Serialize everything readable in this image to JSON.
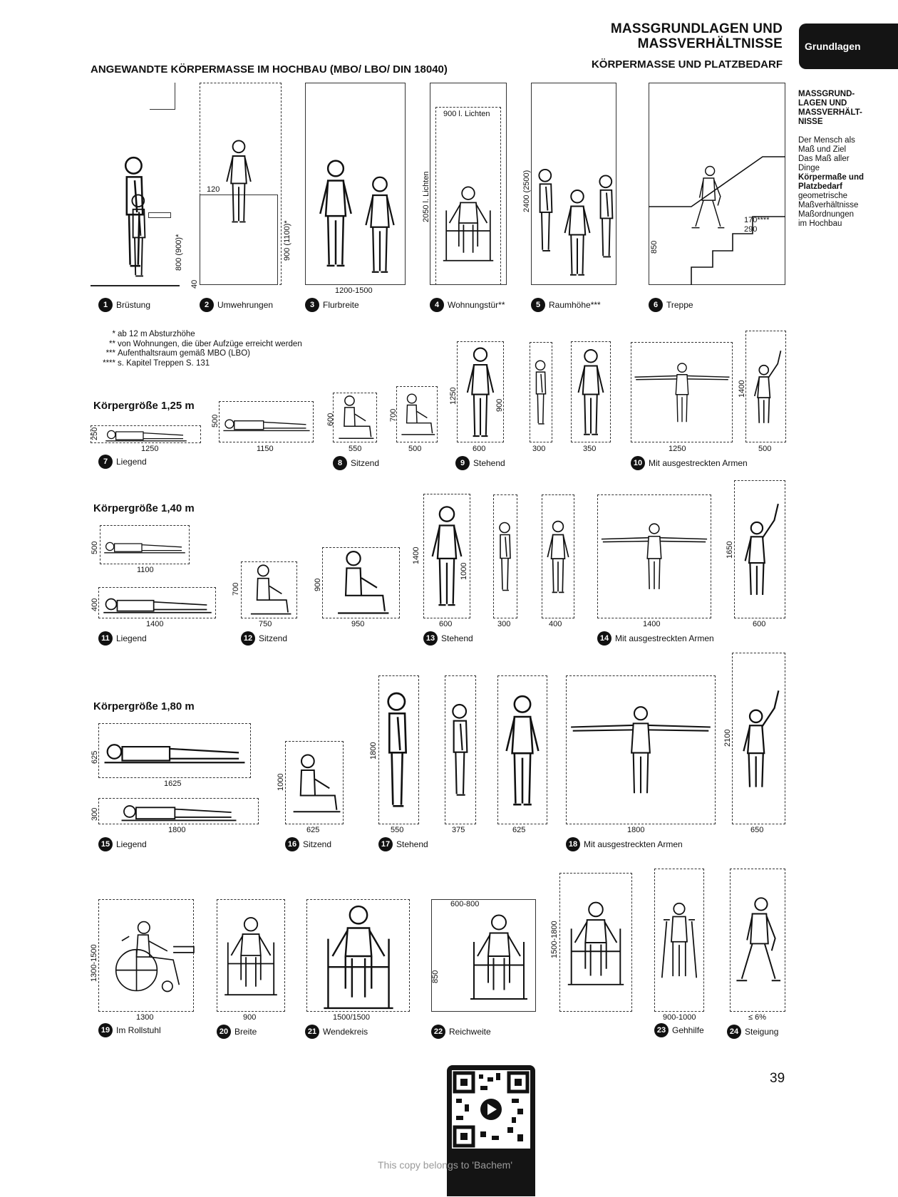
{
  "header": {
    "title_line1": "MASSGRUNDLAGEN UND",
    "title_line2": "MASSVERHÄLTNISSE",
    "subtitle": "KÖRPERMASSE UND PLATZBEDARF",
    "tab_label": "Grundlagen"
  },
  "section_title": "ANGEWANDTE KÖRPERMASSE IM HOCHBAU (MBO/ LBO/ DIN 18040)",
  "sidebar": {
    "heading": [
      "MASSGRUND-",
      "LAGEN UND",
      "MASSVERHÄLT-",
      "NISSE"
    ],
    "items": [
      {
        "text": "Der Mensch als",
        "bold": false
      },
      {
        "text": "Maß und Ziel",
        "bold": false
      },
      {
        "text": "Das Maß aller",
        "bold": false
      },
      {
        "text": "Dinge",
        "bold": false
      },
      {
        "text": "Körpermaße und",
        "bold": true
      },
      {
        "text": "Platzbedarf",
        "bold": true
      },
      {
        "text": "geometrische",
        "bold": false
      },
      {
        "text": "Maßverhältnisse",
        "bold": false
      },
      {
        "text": "Maßordnungen",
        "bold": false
      },
      {
        "text": "im Hochbau",
        "bold": false
      }
    ]
  },
  "top_row": {
    "captions": [
      "Brüstung",
      "Umwehrungen",
      "Flurbreite",
      "Wohnungstür**",
      "Raumhöhe***",
      "Treppe"
    ],
    "dims": {
      "d1_v": "800 (900)*",
      "d2_120": "120",
      "d2_v": "900 (1100)*",
      "d2_40": "40",
      "d3_h": "1200-1500",
      "d4_h": "900 l. Lichten",
      "d4_v": "2050 l. Lichten",
      "d5_v": "2400 (2500)",
      "d6_v": "850",
      "d6_rise": "170****",
      "d6_run": "290"
    }
  },
  "notes": [
    {
      "mark": "*",
      "text": "ab 12 m Absturzhöhe"
    },
    {
      "mark": "**",
      "text": "von Wohnungen, die über Aufzüge erreicht werden"
    },
    {
      "mark": "***",
      "text": "Aufenthaltsraum gemäß MBO (LBO)"
    },
    {
      "mark": "****",
      "text": "s. Kapitel Treppen S. 131"
    }
  ],
  "row125": {
    "label": "Körpergröße 1,25 m",
    "captions": [
      "Liegend",
      "Sitzend",
      "Stehend",
      "Mit ausgestreckten Armen"
    ],
    "dims": {
      "l1_v": "250",
      "l1_h": "1250",
      "l2_v": "500",
      "l2_h": "1150",
      "s1_v": "600",
      "s1_h": "550",
      "s2_v": "700",
      "s2_h": "500",
      "st_v1": "1250",
      "st_v2": "900",
      "st_h1": "600",
      "st_h2": "300",
      "st_h3": "350",
      "a_h1": "1250",
      "a_v": "1400",
      "a_h2": "500"
    }
  },
  "row140": {
    "label": "Körpergröße 1,40 m",
    "captions": [
      "Liegend",
      "Sitzend",
      "Stehend",
      "Mit ausgestreckten Armen"
    ],
    "dims": {
      "l1_v": "500",
      "l1_h": "1100",
      "l2_v": "400",
      "l2_h": "1400",
      "s1_v": "700",
      "s1_h": "750",
      "s2_v": "900",
      "s2_h": "950",
      "st_v1": "1400",
      "st_v2": "1000",
      "st_h1": "600",
      "st_h2": "300",
      "st_h3": "400",
      "a_h1": "1400",
      "a_v": "1650",
      "a_h2": "600"
    }
  },
  "row180": {
    "label": "Körpergröße 1,80 m",
    "captions": [
      "Liegend",
      "Sitzend",
      "Stehend",
      "Mit ausgestreckten Armen"
    ],
    "dims": {
      "l1_v": "625",
      "l1_h": "1625",
      "l2_v": "300",
      "l2_h": "1800",
      "s_v": "1000",
      "s_h": "625",
      "st_v": "1800",
      "st_h1": "550",
      "st_h2": "375",
      "st_h3": "625",
      "a_h1": "1800",
      "a_v": "2100",
      "a_h2": "650"
    }
  },
  "bottom_row": {
    "captions": [
      "Im Rollstuhl",
      "Breite",
      "Wendekreis",
      "Reichweite",
      "Gehhilfe",
      "Steigung"
    ],
    "dims": {
      "r_v": "1300-1500",
      "r_h": "1300",
      "b_h": "900",
      "w_h": "1500/1500",
      "re_top": "600-800",
      "re_v": "850",
      "re_v2": "1500-1800",
      "g_h": "900-1000",
      "st_h": "≤ 6%"
    }
  },
  "page_number": "39",
  "watermark": "This copy belongs to 'Bachem'"
}
